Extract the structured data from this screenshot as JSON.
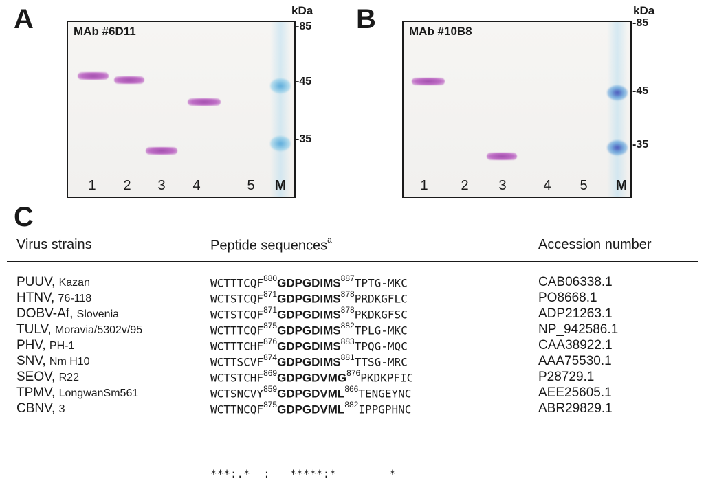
{
  "panels": {
    "A": {
      "letter": "A",
      "title": "MAb #6D11",
      "unit": "kDa",
      "lanes": [
        "1",
        "2",
        "3",
        "4",
        "5",
        "M"
      ],
      "markers": [
        "-85",
        "-45",
        "-35"
      ]
    },
    "B": {
      "letter": "B",
      "title": "MAb #10B8",
      "unit": "kDa",
      "lanes": [
        "1",
        "2",
        "3",
        "4",
        "5",
        "M"
      ],
      "markers": [
        "-85",
        "-45",
        "-35"
      ]
    }
  },
  "table": {
    "letter": "C",
    "headers": {
      "strain": "Virus strains",
      "sequence": "Peptide sequences",
      "sequence_note": "a",
      "accession": "Accession number"
    },
    "rows": [
      {
        "virus": "PUUV,",
        "strain": "Kazan",
        "pre": "WCTTTCQF",
        "start": "880",
        "motif": "GDPGDIMS",
        "end": "887",
        "post": "TPTG-MKC",
        "accession": "CAB06338.1"
      },
      {
        "virus": "HTNV,",
        "strain": "76-118",
        "pre": "WCTSTCQF",
        "start": "871",
        "motif": "GDPGDIMS",
        "end": "878",
        "post": "PRDKGFLC",
        "accession": "PO8668.1"
      },
      {
        "virus": "DOBV-Af,",
        "strain": "Slovenia",
        "pre": "WCTSTCQF",
        "start": "871",
        "motif": "GDPGDIMS",
        "end": "878",
        "post": "PKDKGFSC",
        "accession": "ADP21263.1"
      },
      {
        "virus": "TULV,",
        "strain": "Moravia/5302v/95",
        "pre": "WCTTTCQF",
        "start": "875",
        "motif": "GDPGDIMS",
        "end": "882",
        "post": "TPLG-MKC",
        "accession": "NP_942586.1"
      },
      {
        "virus": "PHV,",
        "strain": "PH-1",
        "pre": "WCTTTCHF",
        "start": "876",
        "motif": "GDPGDIMS",
        "end": "883",
        "post": "TPQG-MQC",
        "accession": "CAA38922.1"
      },
      {
        "virus": "SNV,",
        "strain": "Nm H10",
        "pre": "WCTTSCVF",
        "start": "874",
        "motif": "GDPGDIMS",
        "end": "881",
        "post": "TTSG-MRC",
        "accession": "AAA75530.1"
      },
      {
        "virus": "SEOV,",
        "strain": "R22",
        "pre": "WCTSTCHF",
        "start": "869",
        "motif": "GDPGDVMG",
        "end": "876",
        "post": "PKDKPFIC",
        "accession": "P28729.1"
      },
      {
        "virus": "TPMV,",
        "strain": "LongwanSm561",
        "pre": "WCTSNCVY",
        "start": "859",
        "motif": "GDPGDVML",
        "end": "866",
        "post": "TENGEYNC",
        "accession": "AEE25605.1"
      },
      {
        "virus": "CBNV,",
        "strain": "3",
        "pre": "WCTTNCQF",
        "start": "875",
        "motif": "GDPGDVML",
        "end": "882",
        "post": "IPPGPHNC",
        "accession": "ABR29829.1"
      }
    ],
    "consensus": "***:.*  :   *****:*        *"
  }
}
